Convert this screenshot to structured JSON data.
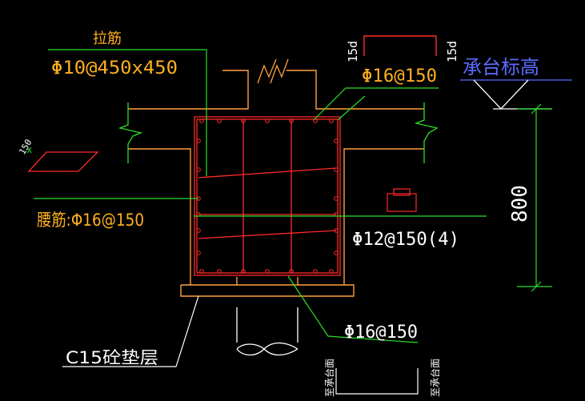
{
  "labels": {
    "tie_bar_title": "拉筋",
    "tie_bar_spec": "Φ10@450x450",
    "top_bar_spec": "Φ16@150",
    "hook_left": "15d",
    "hook_right": "15d",
    "cap_elevation": "承台标高",
    "small_spacing": "150",
    "waist_bar": "腰筋:Φ16@150",
    "stirrup_spec": "Φ12@150(4)",
    "bottom_bar_spec": "Φ16@150",
    "cushion": "C15砼垫层",
    "depth": "800",
    "bar_end_left": "至承台面",
    "bar_end_right": "至承台面"
  },
  "colors": {
    "background": "#000000",
    "concrete_outline": "#ff9f3f",
    "rebar": "#ff2a2a",
    "leader": "#2adf2a",
    "text_yellow": "#ffb020",
    "text_white": "#ffffff",
    "text_blue": "#5a6bff",
    "dim_line": "#2adf2a"
  }
}
